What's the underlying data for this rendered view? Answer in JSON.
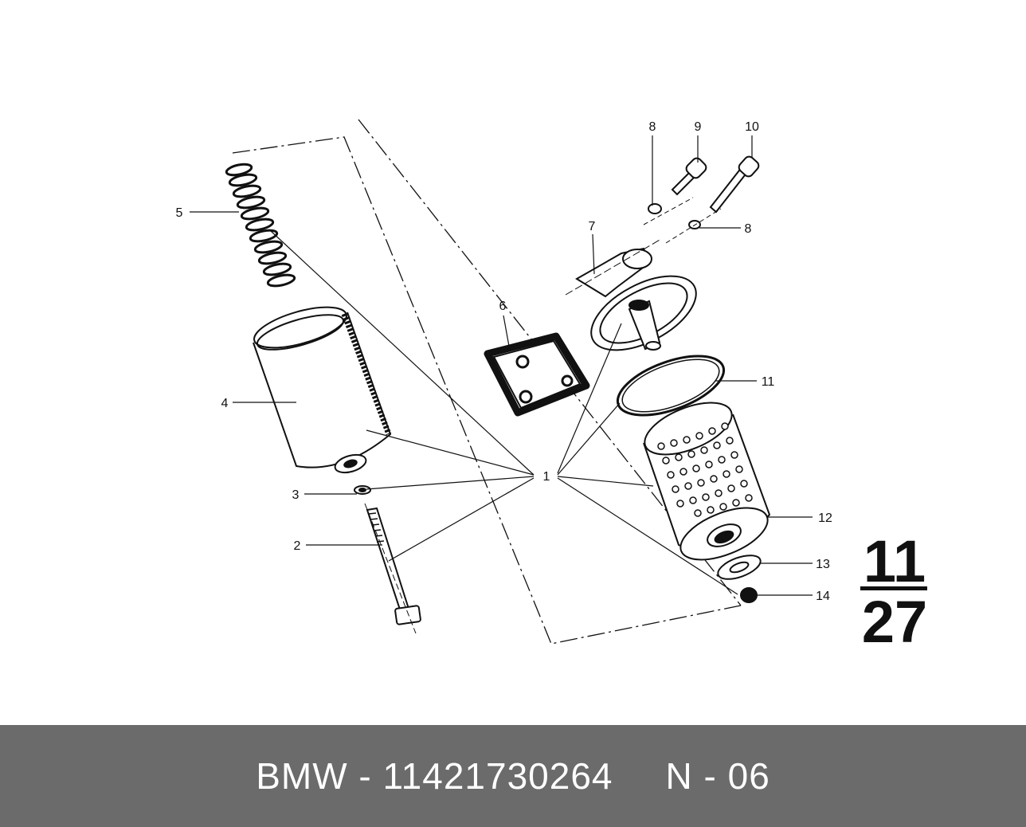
{
  "diagram": {
    "callouts": {
      "c1": "1",
      "c2": "2",
      "c3": "3",
      "c4": "4",
      "c5": "5",
      "c6": "6",
      "c7": "7",
      "c8a": "8",
      "c8b": "8",
      "c9": "9",
      "c10": "10",
      "c11": "11",
      "c12": "12",
      "c13": "13",
      "c14": "14"
    },
    "group": {
      "top": "11",
      "bottom": "27"
    }
  },
  "footer": {
    "part": "BMW - 11421730264",
    "code": "N - 06"
  },
  "colors": {
    "line": "#111111",
    "footer_bg": "#6b6b6b",
    "footer_text": "#ffffff"
  }
}
